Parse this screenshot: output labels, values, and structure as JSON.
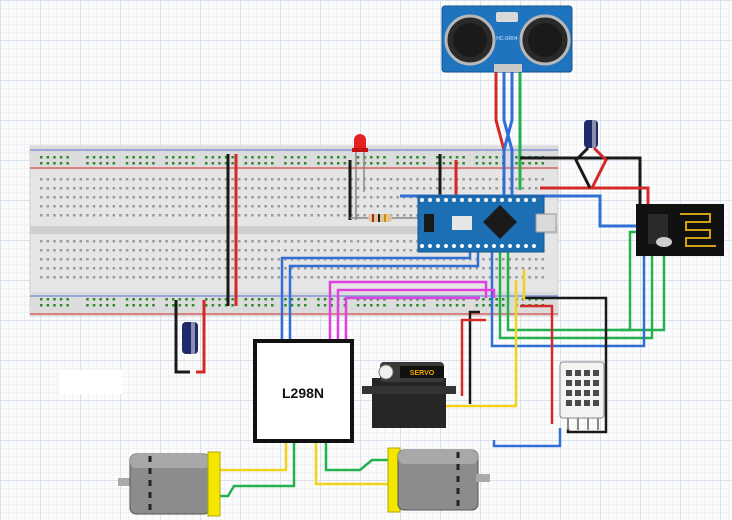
{
  "components": {
    "driver_label": "L298N",
    "servo_label": "SERVO",
    "sensor_label": "HC-SR04"
  },
  "colors": {
    "breadboard": "#e6e6e6",
    "board_blue": "#1f6fb6",
    "nano_blue": "#1d6fb4",
    "wire_red": "#d62828",
    "wire_black": "#1a1a1a",
    "wire_blue": "#2f6fd6",
    "wire_green": "#22b14c",
    "wire_yellow": "#f2d21b",
    "wire_magenta": "#e040e0",
    "motor_yellow": "#f5e600"
  },
  "icons": [
    "ultrasonic-sensor-icon",
    "arduino-nano-icon",
    "nrf24-module-icon",
    "capacitor-icon",
    "led-icon",
    "resistor-icon",
    "servo-icon",
    "dht-sensor-icon",
    "dc-motor-icon"
  ]
}
